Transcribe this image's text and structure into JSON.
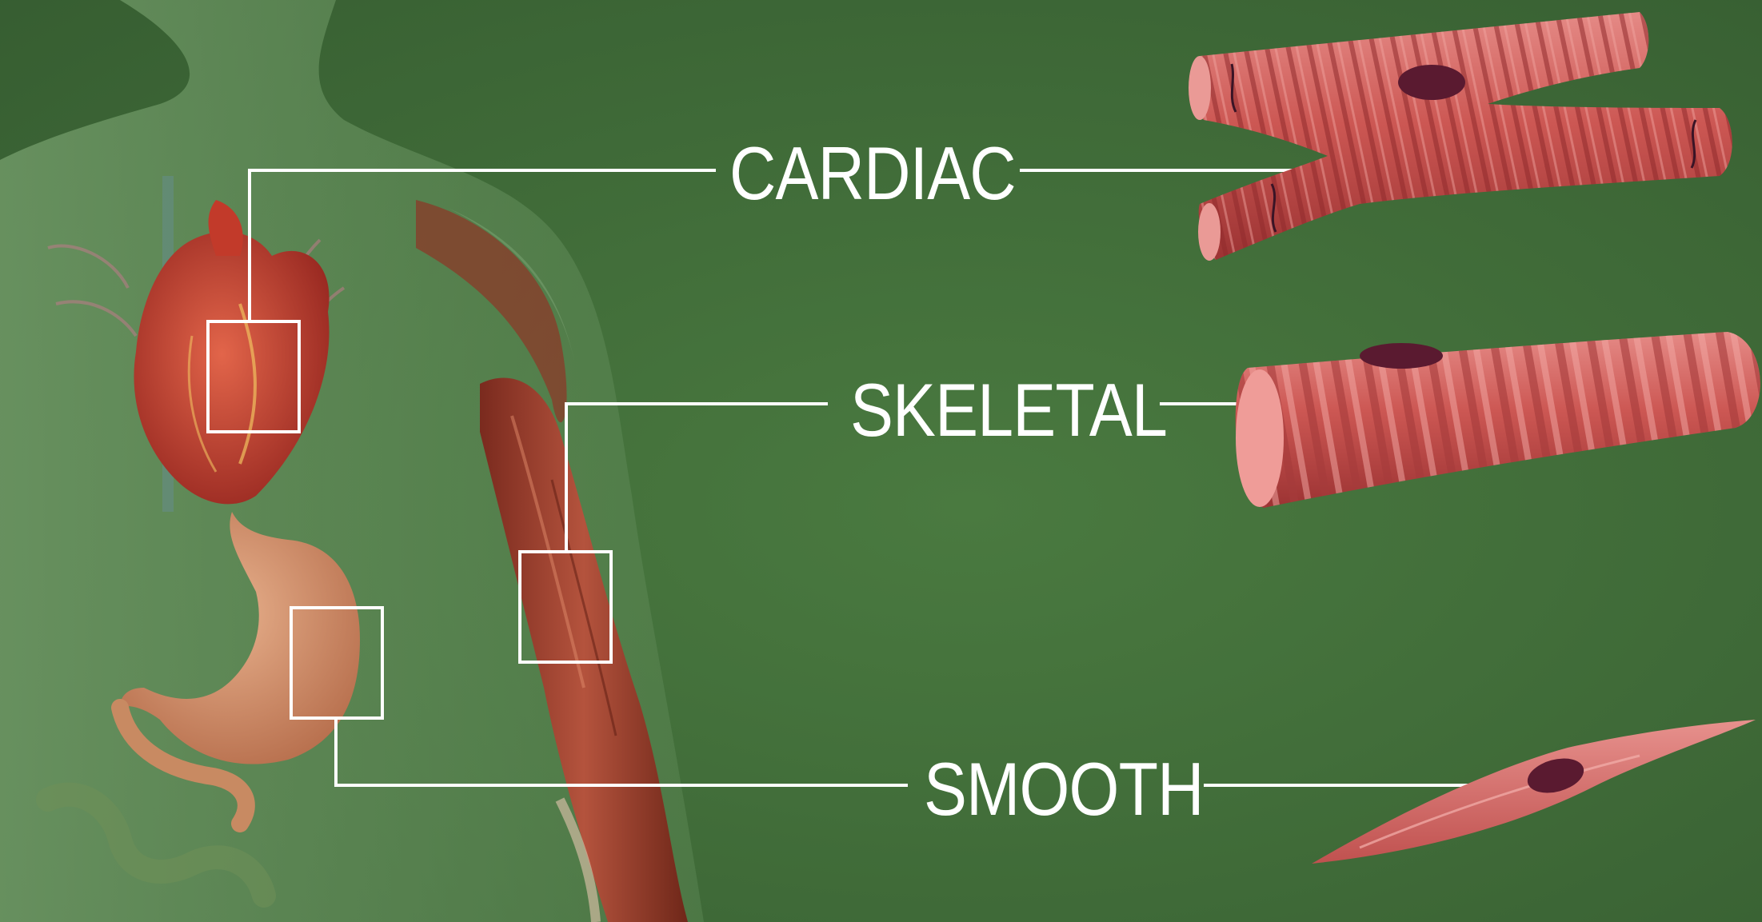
{
  "diagram": {
    "colors": {
      "background": "#3f6a38",
      "label_text": "#ffffff",
      "leader_line": "#ffffff",
      "muscle": "#c8524f",
      "nucleus": "#5a1a30"
    },
    "labels": {
      "cardiac": "CARDIAC",
      "skeletal": "SKELETAL",
      "smooth": "SMOOTH"
    },
    "icons": [
      "heart-icon",
      "stomach-icon",
      "arm-muscle-icon",
      "body-silhouette-icon"
    ]
  }
}
